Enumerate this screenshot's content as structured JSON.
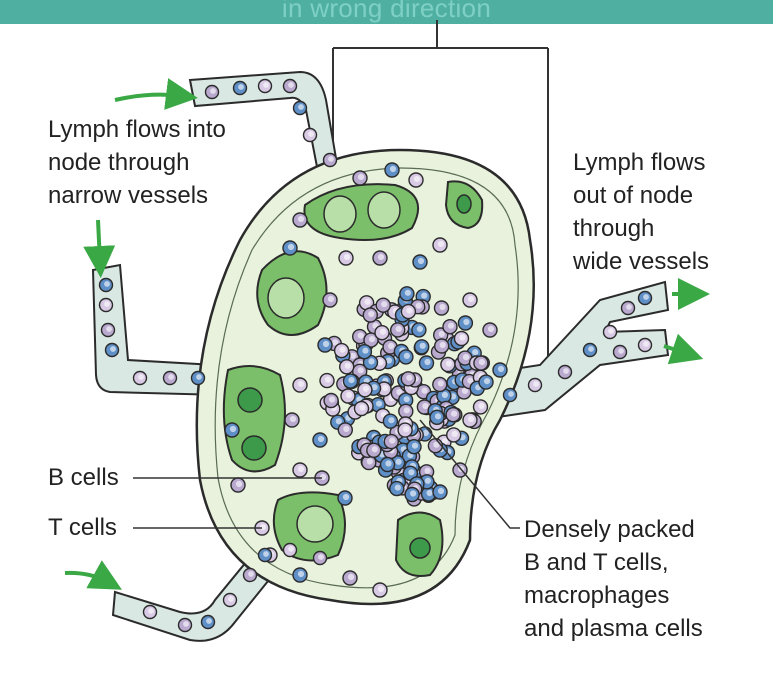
{
  "header": {
    "text": "in wrong direction"
  },
  "labels": {
    "lymph_in": "Lymph flows into\nnode through\nnarrow vessels",
    "lymph_out": "Lymph flows\nout of node\nthrough\nwide vessels",
    "b_cells": "B cells",
    "t_cells": "T cells",
    "dense": "Densely packed\nB and T cells,\nmacrophages\nand plasma cells"
  },
  "colors": {
    "band": "#4fb0a2",
    "node_fill": "#e8f2dd",
    "follicle": "#7cbf6a",
    "follicle_dark": "#3c9a4a",
    "arrow": "#3aa845",
    "b_cell": "#b9a9cf",
    "t_cell": "#5f8fc7",
    "outline": "#2b2b2b"
  }
}
